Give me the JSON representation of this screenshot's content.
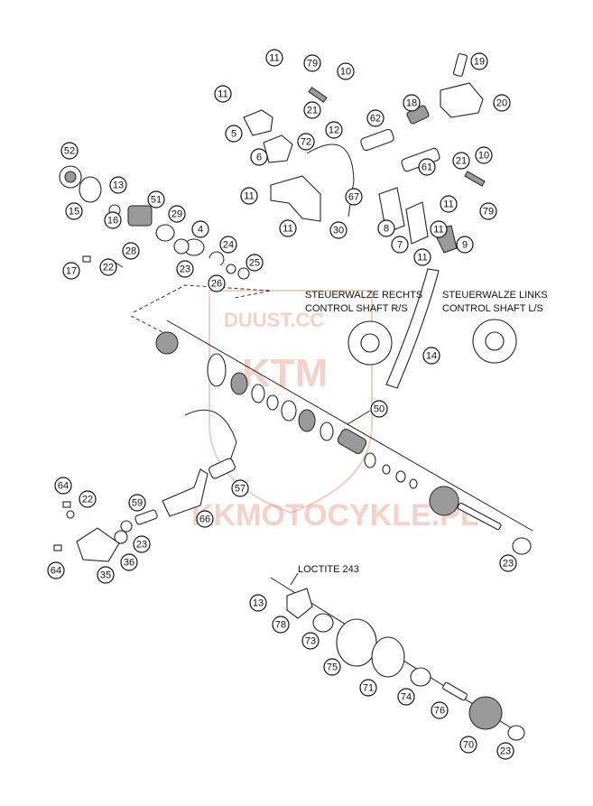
{
  "labels": {
    "control_shaft_right": [
      "STEUERWALZE RECHTS",
      "CONTROL SHAFT R/S"
    ],
    "control_shaft_left": [
      "STEUERWALZE LINKS",
      "CONTROL SHAFT L/S"
    ],
    "loctite": "LOCTITE 243"
  },
  "watermark": {
    "top_text": "DUUST.CC",
    "logo_text": "KTM",
    "bottom_text": "KKMOTOCYKLE.PL",
    "color": "#e79b8c"
  },
  "callouts": [
    "11",
    "79",
    "10",
    "19",
    "11",
    "21",
    "18",
    "20",
    "5",
    "62",
    "12",
    "6",
    "72",
    "52",
    "13",
    "10",
    "21",
    "61",
    "51",
    "11",
    "67",
    "11",
    "15",
    "16",
    "8",
    "79",
    "29",
    "11",
    "4",
    "11",
    "30",
    "7",
    "9",
    "17",
    "22",
    "28",
    "24",
    "11",
    "23",
    "25",
    "26",
    "14",
    "50",
    "64",
    "22",
    "57",
    "59",
    "66",
    "64",
    "23",
    "35",
    "36",
    "23",
    "13",
    "78",
    "73",
    "75",
    "71",
    "74",
    "76",
    "70",
    "23"
  ]
}
